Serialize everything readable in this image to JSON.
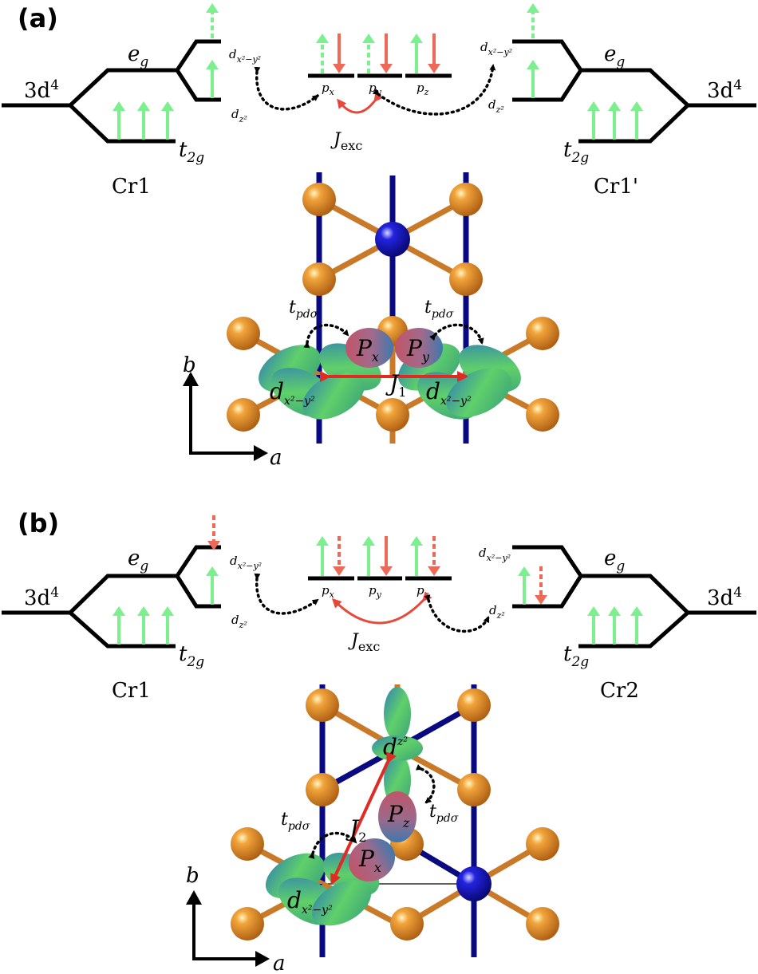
{
  "panels": [
    "(a)",
    "(b)"
  ],
  "labels": {
    "config": "3d",
    "config_sup": "4",
    "eg_main": "e",
    "eg_sub": "g",
    "t2g_main": "t",
    "t2g_sub": "2g",
    "d": "d",
    "dx2y2_sub": "x²−y²",
    "dz2_sub": "z²",
    "p": "p",
    "px_sub": "x",
    "py_sub": "y",
    "pz_sub": "z",
    "J": "J",
    "exc_sub": "exc",
    "t": "t",
    "tpds_sub": "pdσ",
    "P": "P",
    "J1_sub": "1",
    "J2_sub": "2",
    "axis_a": "a",
    "axis_b": "b"
  },
  "panel_a": {
    "left_site": "Cr1",
    "right_site": "Cr1'"
  },
  "panel_b": {
    "left_site": "Cr1",
    "right_site": "Cr2"
  },
  "colors": {
    "spin_up": "#7cf08e",
    "spin_down": "#ee6a58",
    "exchange": "#e8483a",
    "bond_red": "#e02b22",
    "se_atom": "#d98620",
    "cr_atom": "#1a1acc",
    "cr_bond": "#0a0a80",
    "se_bond": "#c97a28",
    "d_lobe": "#3db07a",
    "p_lobe": "#b05a7a"
  },
  "icons": [
    "spin-up-arrow-icon",
    "spin-down-arrow-icon",
    "axis-arrow-icon"
  ]
}
